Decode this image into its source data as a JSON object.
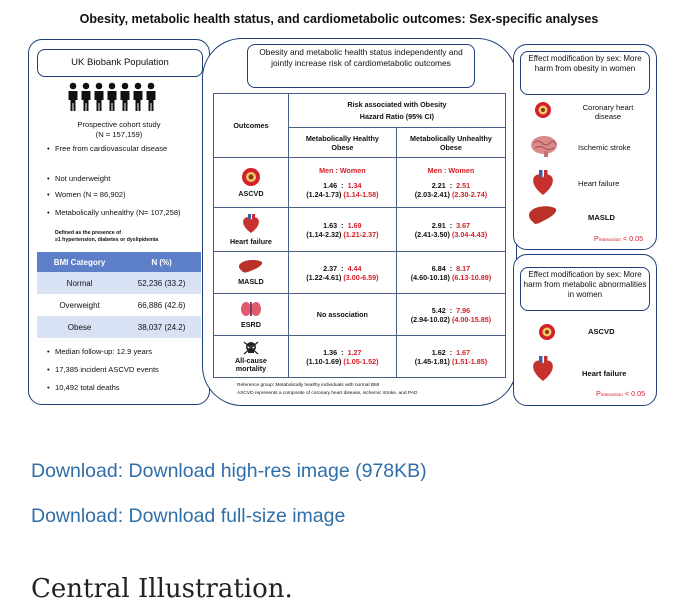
{
  "figure": {
    "title": "Obesity, metabolic health status, and cardiometabolic outcomes: Sex-specific analyses",
    "left": {
      "header": "UK Biobank Population",
      "study": "Prospective cohort study",
      "n_total": "(N = 157,159)",
      "bullets1": [
        "Free from cardiovascular disease",
        "Not underweight",
        "Women (N = 86,902)",
        "Metabolically unhealthy (N= 107,258)"
      ],
      "defined_line1": "Defined as the presence of",
      "defined_line2": "≥1 hypertension, diabetes or dyslipidemia",
      "bmi_table": {
        "headers": [
          "BMI Category",
          "N (%)"
        ],
        "rows": [
          [
            "Normal",
            "52,236 (33.2)"
          ],
          [
            "Overweight",
            "66,886 (42.6)"
          ],
          [
            "Obese",
            "38,037 (24.2)"
          ]
        ]
      },
      "bullets2": [
        "Median follow-up: 12.9 years",
        "17,385 incident ASCVD events",
        "10,492 total deaths"
      ]
    },
    "middle": {
      "header": "Obesity and metabolic health status independently and jointly increase risk of cardiometabolic outcomes",
      "col_outcomes": "Outcomes",
      "risk_header_1": "Risk associated with Obesity",
      "risk_header_2": "Hazard Ratio (95% CI)",
      "col_mho": "Metabolically Healthy Obese",
      "col_muo": "Metabolically Unhealthy Obese",
      "men_women": "Men : Women",
      "rows": [
        {
          "outcome": "ASCVD",
          "mho_men": "1.46",
          "mho_women": "1.34",
          "mho_men_ci": "(1.24-1.73)",
          "mho_women_ci": "(1.14-1.58)",
          "muo_men": "2.21",
          "muo_women": "2.51",
          "muo_men_ci": "(2.03-2.41)",
          "muo_women_ci": "(2.30-2.74)"
        },
        {
          "outcome": "Heart failure",
          "mho_men": "1.63",
          "mho_women": "1.69",
          "mho_men_ci": "(1.14-2.32)",
          "mho_women_ci": "(1.21-2.37)",
          "muo_men": "2.91",
          "muo_women": "3.67",
          "muo_men_ci": "(2.41-3.50)",
          "muo_women_ci": "(3.04-4.43)"
        },
        {
          "outcome": "MASLD",
          "mho_men": "2.37",
          "mho_women": "4.44",
          "mho_men_ci": "(1.22-4.61)",
          "mho_women_ci": "(3.00-6.59)",
          "muo_men": "6.84",
          "muo_women": "8.17",
          "muo_men_ci": "(4.60-10.18)",
          "muo_women_ci": "(6.13-10.89)"
        },
        {
          "outcome": "ESRD",
          "mho_text": "No association",
          "muo_men": "5.42",
          "muo_women": "7.96",
          "muo_men_ci": "(2.94-10.02)",
          "muo_women_ci": "(4.00-15.85)"
        },
        {
          "outcome": "All-cause mortality",
          "mho_men": "1.36",
          "mho_women": "1.27",
          "mho_men_ci": "(1.10-1.69)",
          "mho_women_ci": "(1.05-1.52)",
          "muo_men": "1.62",
          "muo_women": "1.67",
          "muo_men_ci": "(1.45-1.81)",
          "muo_women_ci": "(1.51-1.85)"
        }
      ],
      "footnote1": "Reference group: Metabolically healthy individuals with normal BMI",
      "footnote2": "ASCVD represents a composite of coronary heart disease, ischemic stroke, and PAD"
    },
    "right_top": {
      "header": "Effect modification by sex: More harm from obesity in women",
      "items": [
        "Coronary heart disease",
        "Ischemic stroke",
        "Heart failure",
        "MASLD"
      ],
      "p_label": "P",
      "p_sub": "interaction",
      "p_value": " < 0.05"
    },
    "right_bottom": {
      "header": "Effect modification by sex: More harm from metabolic abnormalities in women",
      "items": [
        "ASCVD",
        "Heart failure"
      ],
      "p_label": "P",
      "p_sub": "interaction",
      "p_value": " < 0.05"
    }
  },
  "links": {
    "highres": "Download: Download high-res image (978KB)",
    "fullsize": "Download: Download full-size image"
  },
  "caption": "Central Illustration.",
  "colors": {
    "navy": "#1f3f7a",
    "red": "#d4202a",
    "link": "#2f6ea8",
    "table_head": "#5c7fc7"
  }
}
